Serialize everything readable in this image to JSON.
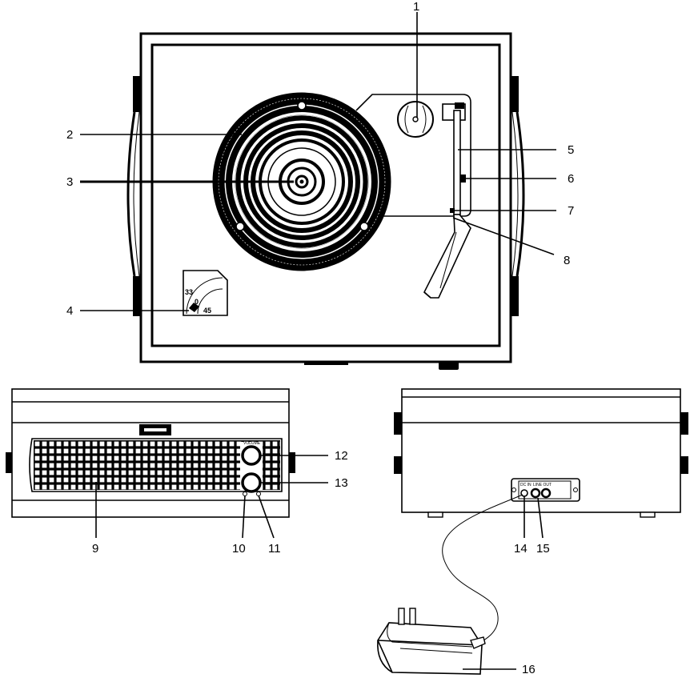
{
  "callouts": {
    "c1": "1",
    "c2": "2",
    "c3": "3",
    "c4": "4",
    "c5": "5",
    "c6": "6",
    "c7": "7",
    "c8": "8",
    "c9": "9",
    "c10": "10",
    "c11": "11",
    "c12": "12",
    "c13": "13",
    "c14": "14",
    "c15": "15",
    "c16": "16"
  },
  "speed_selector": {
    "s33": "33",
    "s0": "0",
    "s45": "45"
  },
  "panel_text": {
    "volume": "VOLUME",
    "line_out": "LINE OUT",
    "dc_in": "DC IN"
  }
}
